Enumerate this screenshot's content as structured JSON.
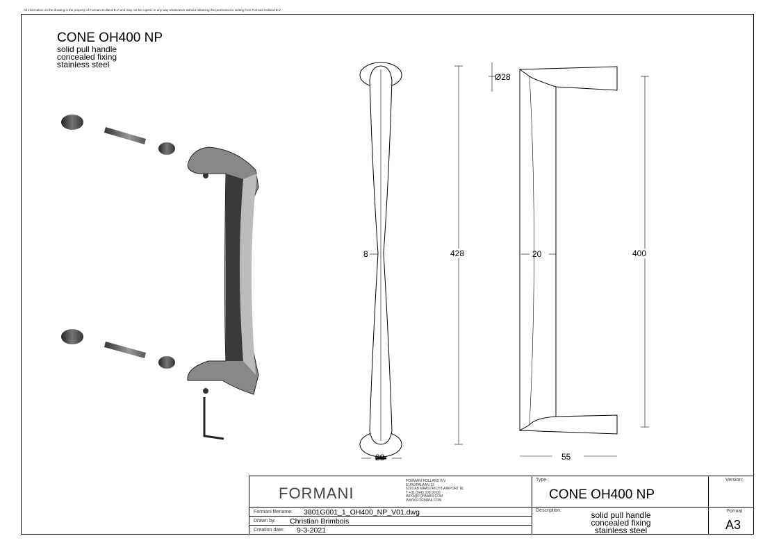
{
  "disclaimer": "All information on the drawing is the property of Formani Holland B.V. and may not be copied, in any way whatsoever without obtaining the permission in writing from Formani Holland B.V",
  "header": {
    "title": "CONE OH400 NP",
    "lines": [
      "solid pull handle",
      "concealed fixing",
      "stainless steel"
    ]
  },
  "dimensions": {
    "diameter": "Ø28",
    "front_height": "428",
    "front_depth": "8",
    "front_width": "28",
    "side_height": "400",
    "side_depth": "20",
    "side_width": "55"
  },
  "title_block": {
    "logo": "FORMANI",
    "address": [
      "FORMANI HOLLAND B.V.",
      "EUROPALAAN 12",
      "6199 AB MAASTRICHT-AIRPORT NL",
      "T +31 (0)43 308 90 00",
      "INFO@FORMANI.COM",
      "WWW.FORMANI.COM"
    ],
    "filename_label": "Formani filename:",
    "filename": "3801G001_1_OH400_NP_V01.dwg",
    "drawn_by_label": "Drawn by:",
    "drawn_by": "Christian Brimbois",
    "creation_date_label": "Creation date:",
    "creation_date": "9-3-2021",
    "type_label": "Type :",
    "type": "CONE OH400 NP",
    "description_label": "Description:",
    "description": [
      "solid pull handle",
      "concealed fixing",
      "stainless steel"
    ],
    "version_label": "Version:",
    "format_label": "Format",
    "format": "A3"
  }
}
